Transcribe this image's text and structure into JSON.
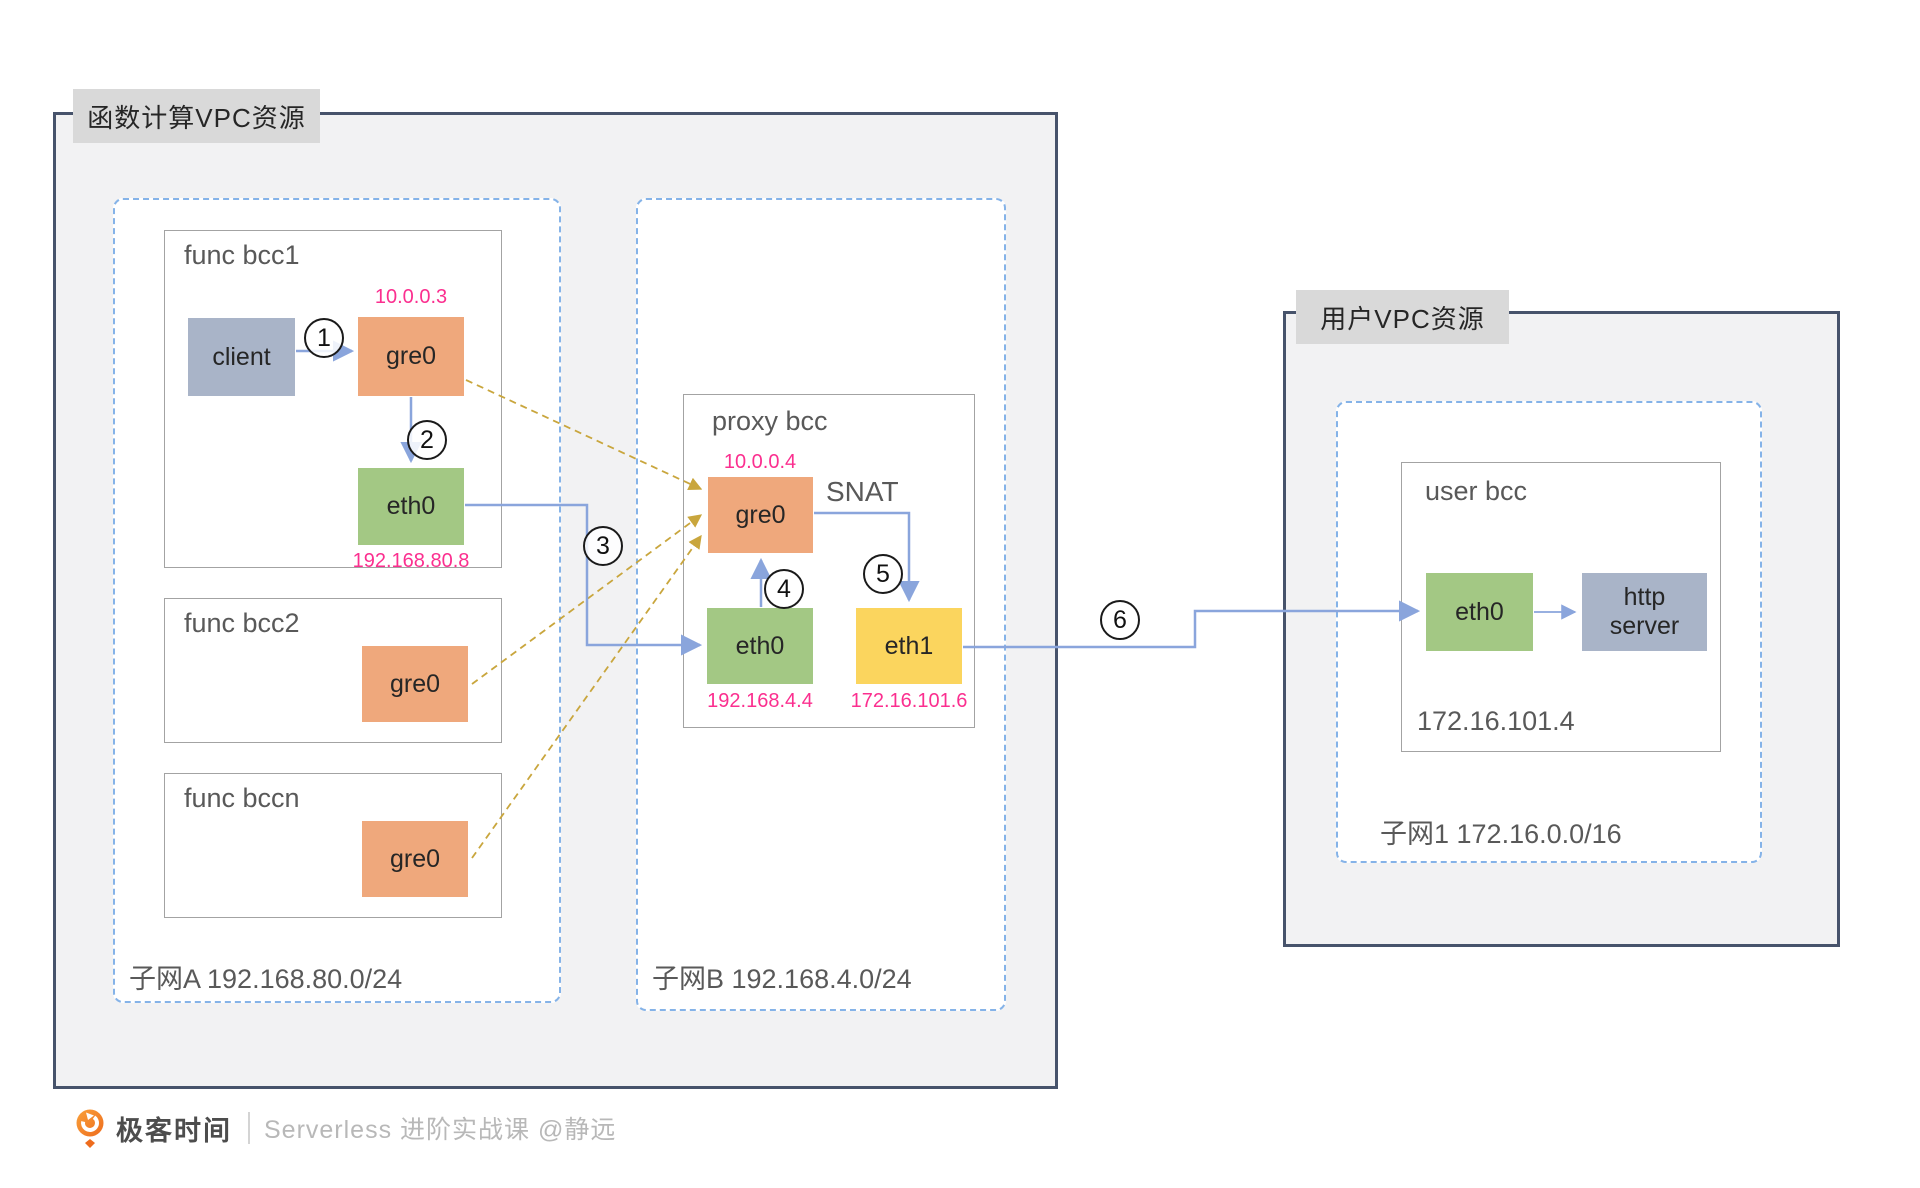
{
  "function_vpc": {
    "label": "函数计算VPC资源",
    "subnet_a": {
      "label": "子网A 192.168.80.0/24",
      "func_bcc1": {
        "title": "func bcc1",
        "client_label": "client",
        "gre0_label": "gre0",
        "gre0_ip": "10.0.0.3",
        "eth0_label": "eth0",
        "eth0_ip": "192.168.80.8"
      },
      "func_bcc2": {
        "title": "func bcc2",
        "gre0_label": "gre0"
      },
      "func_bccn": {
        "title": "func bccn",
        "gre0_label": "gre0"
      }
    },
    "subnet_b": {
      "label": "子网B 192.168.4.0/24",
      "proxy_bcc": {
        "title": "proxy bcc",
        "gre0_label": "gre0",
        "gre0_ip": "10.0.0.4",
        "snat_label": "SNAT",
        "eth0_label": "eth0",
        "eth0_ip": "192.168.4.4",
        "eth1_label": "eth1",
        "eth1_ip": "172.16.101.6"
      }
    }
  },
  "user_vpc": {
    "label": "用户VPC资源",
    "subnet_1": {
      "label": "子网1 172.16.0.0/16",
      "user_bcc": {
        "title": "user bcc",
        "eth0_label": "eth0",
        "http_server_label": "http server",
        "ip": "172.16.101.4"
      }
    }
  },
  "steps": [
    "1",
    "2",
    "3",
    "4",
    "5",
    "6"
  ],
  "footer": {
    "brand": "极客时间",
    "course": "Serverless 进阶实战课 @静远"
  },
  "colors": {
    "node_orange": "#efa87c",
    "node_green": "#a3c884",
    "node_slate_blue": "#a9b4c8",
    "node_yellow": "#fbd55e",
    "ip_pink": "#fb2f8f",
    "line_blue": "#8aa5dc",
    "line_gold": "#c9a63d",
    "container_border": "#47536b",
    "container_fill": "#f2f2f3",
    "subnet_dashed_border": "#85b3e8",
    "chip_gray": "#d9d9d9",
    "logo_orange": "#f37b20"
  }
}
